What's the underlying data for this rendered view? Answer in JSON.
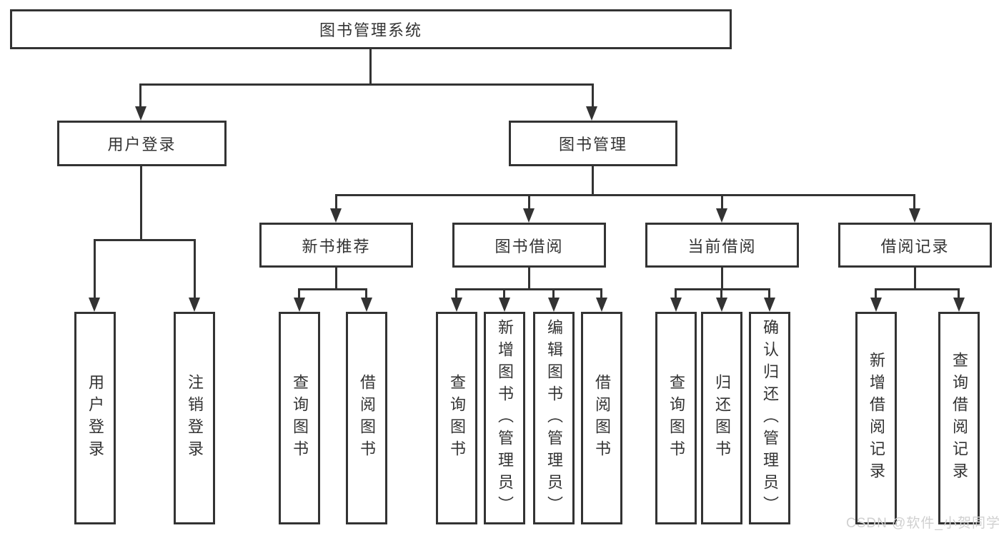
{
  "tree": {
    "root": "图书管理系统",
    "branches": [
      {
        "label": "用户登录",
        "children": [
          "用户登录",
          "注销登录"
        ]
      },
      {
        "label": "图书管理",
        "groups": [
          {
            "label": "新书推荐",
            "children": [
              "查询图书",
              "借阅图书"
            ]
          },
          {
            "label": "图书借阅",
            "children": [
              "查询图书",
              "新增图书（管理员）",
              "编辑图书（管理员）",
              "借阅图书"
            ]
          },
          {
            "label": "当前借阅",
            "children": [
              "查询图书",
              "归还图书",
              "确认归还（管理员）"
            ]
          },
          {
            "label": "借阅记录",
            "children": [
              "新增借阅记录",
              "查询借阅记录"
            ]
          }
        ]
      }
    ]
  },
  "watermark": "CSDN @软件_小贺同学",
  "colors": {
    "line": "#333333",
    "text": "#333333",
    "background": "#ffffff",
    "watermark": "#d0d0d0"
  }
}
